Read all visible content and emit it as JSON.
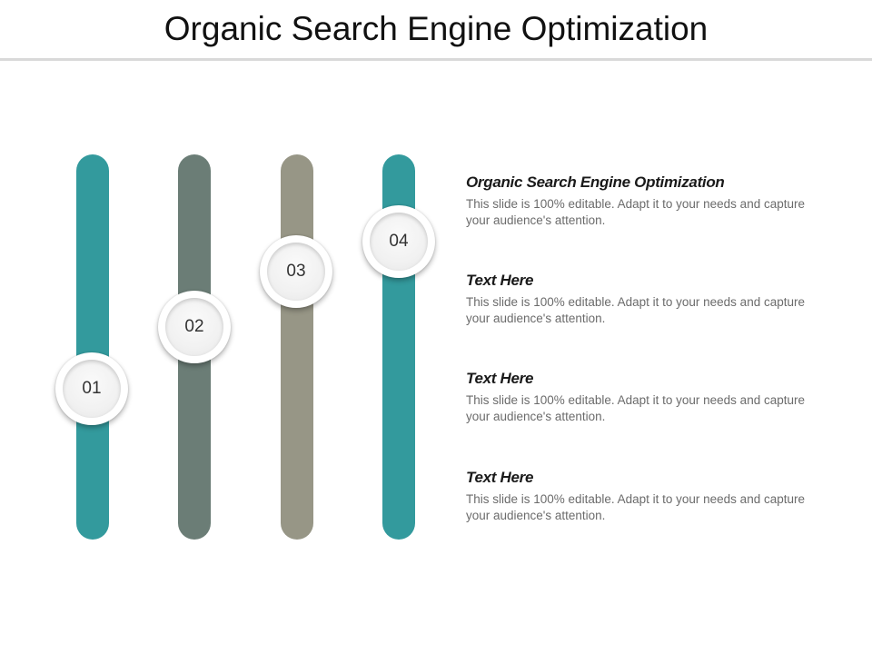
{
  "slide": {
    "title": "Organic Search Engine Optimization"
  },
  "colors": {
    "teal": "#339a9d",
    "slate": "#6b7d76",
    "khaki": "#979686",
    "rule": "#d9d9d9"
  },
  "sliders": [
    {
      "number": "01",
      "color": "#339a9d"
    },
    {
      "number": "02",
      "color": "#6b7d76"
    },
    {
      "number": "03",
      "color": "#979686"
    },
    {
      "number": "04",
      "color": "#339a9d"
    }
  ],
  "items": [
    {
      "heading": "Organic Search Engine Optimization",
      "body": "This slide is 100% editable. Adapt it to your needs and capture your audience's attention."
    },
    {
      "heading": "Text Here",
      "body": "This slide is 100% editable. Adapt it to your needs and capture your audience's attention."
    },
    {
      "heading": "Text Here",
      "body": "This slide is 100% editable. Adapt it to your needs and capture your audience's attention."
    },
    {
      "heading": "Text Here",
      "body": "This slide is 100% editable. Adapt it to your needs and capture your audience's attention."
    }
  ]
}
